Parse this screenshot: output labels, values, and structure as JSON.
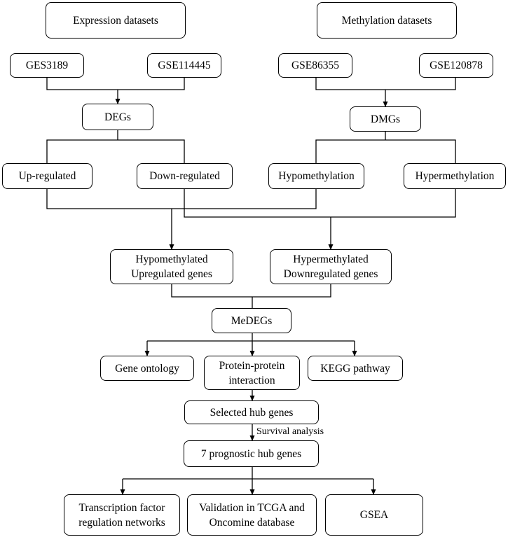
{
  "nodes": {
    "expression": "Expression datasets",
    "methylation": "Methylation datasets",
    "ges3189": "GES3189",
    "gse114445": "GSE114445",
    "gse86355": "GSE86355",
    "gse120878": "GSE120878",
    "degs": "DEGs",
    "dmgs": "DMGs",
    "up": "Up-regulated",
    "down": "Down-regulated",
    "hypo": "Hypomethylation",
    "hyper": "Hypermethylation",
    "hypo_up_1": "Hypomethylated",
    "hypo_up_2": "Upregulated genes",
    "hyper_down_1": "Hypermethylated",
    "hyper_down_2": "Downregulated genes",
    "medegs": "MeDEGs",
    "gene_ontology": "Gene ontology",
    "ppi_1": "Protein-protein",
    "ppi_2": "interaction",
    "kegg": "KEGG pathway",
    "selected_hub": "Selected hub genes",
    "prognostic_hub": "7 prognostic hub genes",
    "tf_1": "Transcription factor",
    "tf_2": "regulation networks",
    "validation_1": "Validation in TCGA and",
    "validation_2": "Oncomine database",
    "gsea": "GSEA"
  },
  "edge_labels": {
    "survival": "Survival analysis"
  },
  "colors": {
    "stroke": "#000000",
    "fill": "#ffffff"
  }
}
